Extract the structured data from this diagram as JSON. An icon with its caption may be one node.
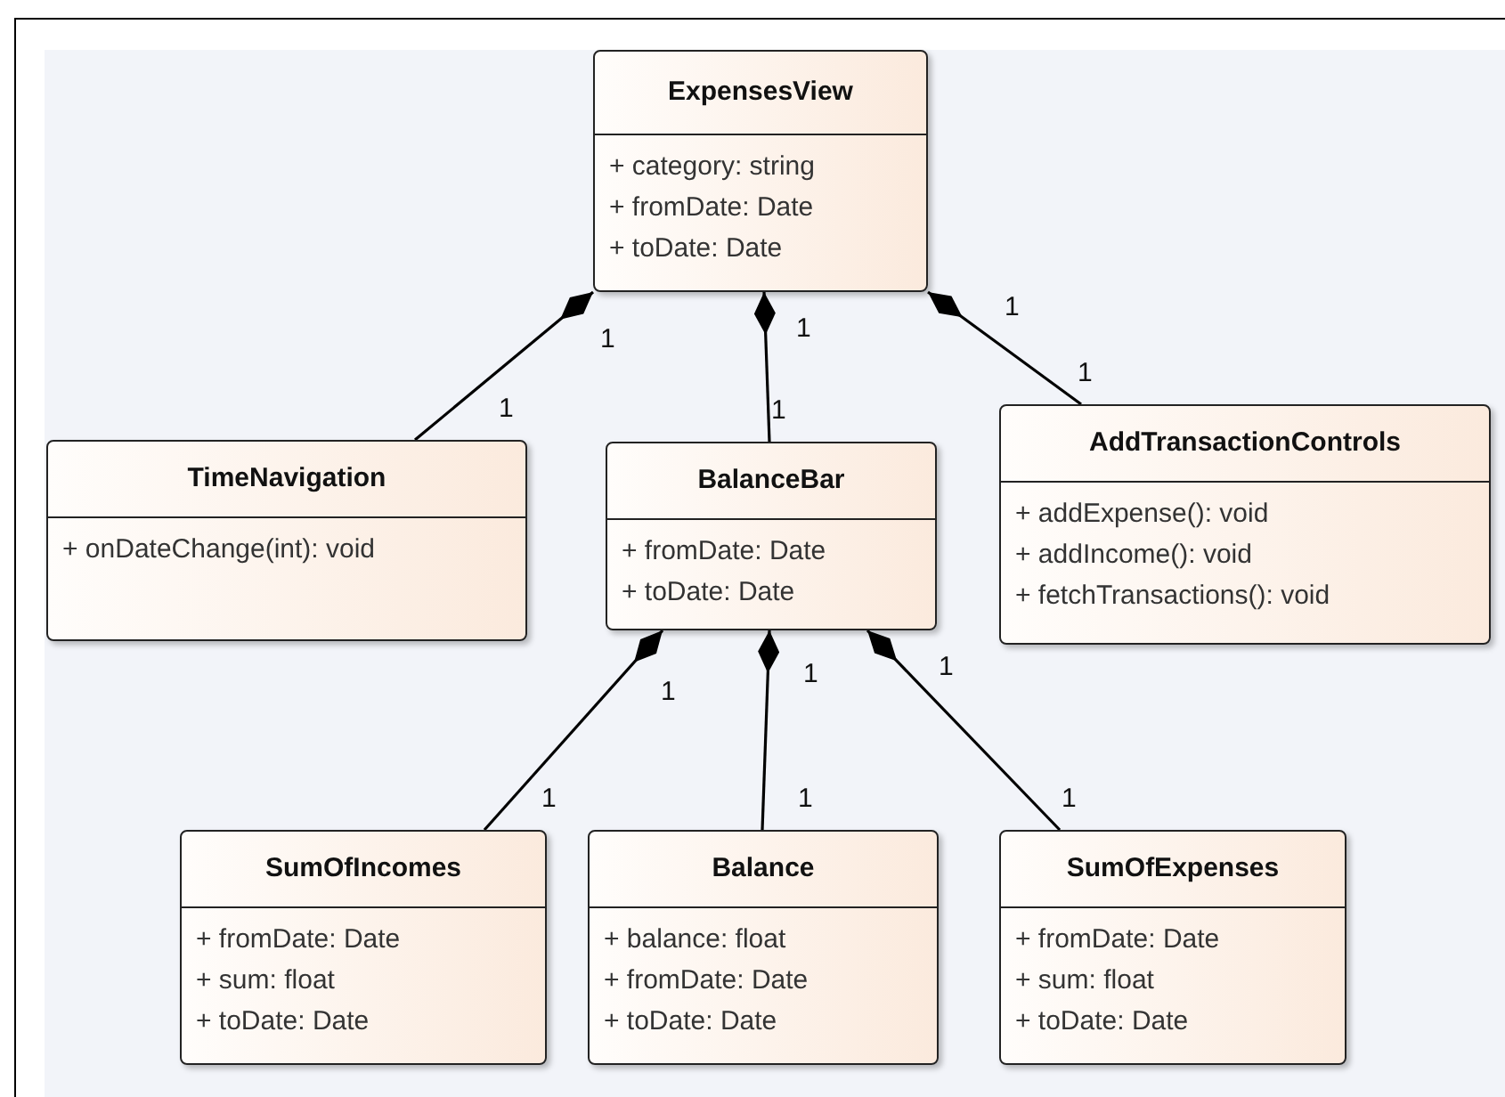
{
  "diagram": {
    "nodes": [
      {
        "text": [
          "ExpensesView",
          "+ category: string",
          "+ fromDate: Date",
          "+ toDate: Date"
        ]
      },
      {
        "text": [
          "TimeNavigation",
          "+ onDateChange(int): void"
        ]
      },
      {
        "text": [
          "BalanceBar",
          "+ fromDate: Date",
          "+ toDate: Date"
        ]
      },
      {
        "text": [
          "AddTransactionControls",
          "+ addExpense(): void",
          "+ addIncome(): void",
          "+ fetchTransactions(): void"
        ]
      },
      {
        "text": [
          "SumOfIncomes",
          "+ fromDate: Date",
          "+ sum: float",
          "+ toDate: Date"
        ]
      },
      {
        "text": [
          "Balance",
          "+ balance: float",
          "+ fromDate: Date",
          "+ toDate: Date"
        ]
      },
      {
        "text": [
          "SumOfExpenses",
          "+ fromDate: Date",
          "+ sum: float",
          "+ toDate: Date"
        ]
      }
    ],
    "edges": [
      {
        "from": 0,
        "to": 1,
        "arrow": "other"
      },
      {
        "from": 0,
        "to": 2,
        "arrow": "other"
      },
      {
        "from": 0,
        "to": 3,
        "arrow": "other"
      },
      {
        "from": 2,
        "to": 4,
        "arrow": "other"
      },
      {
        "from": 2,
        "to": 5,
        "arrow": "other"
      },
      {
        "from": 2,
        "to": 6,
        "arrow": "other"
      }
    ],
    "labels": [
      "1",
      "1",
      "1",
      "1",
      "1",
      "1",
      "1",
      "1",
      "1",
      "1",
      "1",
      "1"
    ]
  }
}
